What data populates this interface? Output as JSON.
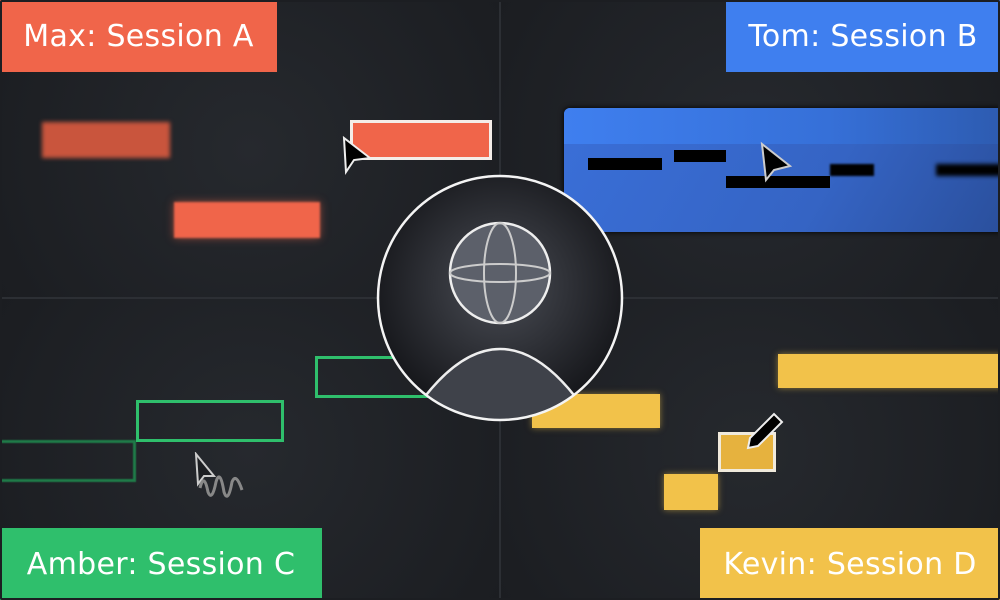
{
  "sessions": [
    {
      "label": "Max: Session A",
      "color": "#f0654a"
    },
    {
      "label": "Tom: Session B",
      "color": "#3f7fef"
    },
    {
      "label": "Amber: Session C",
      "color": "#2fbf6c"
    },
    {
      "label": "Kevin: Session D",
      "color": "#f2c24a"
    }
  ]
}
